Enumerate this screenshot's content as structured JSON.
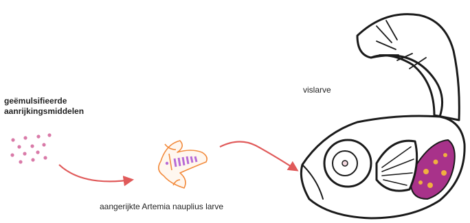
{
  "labels": {
    "emulsified_line1": "geëmulsifieerde",
    "emulsified_line2": "aanrijkingsmiddelen",
    "fish_larva": "vislarve",
    "artemia": "aangerijkte Artemia nauplius larve"
  },
  "colors": {
    "outline": "#1a1a1a",
    "arrow": "#e05a5a",
    "dots": "#d97aa8",
    "artemia_outline": "#f28a3c",
    "artemia_stripes": "#b86bd6",
    "gut_fill": "#a8328a",
    "gut_spots": "#f0b040"
  }
}
